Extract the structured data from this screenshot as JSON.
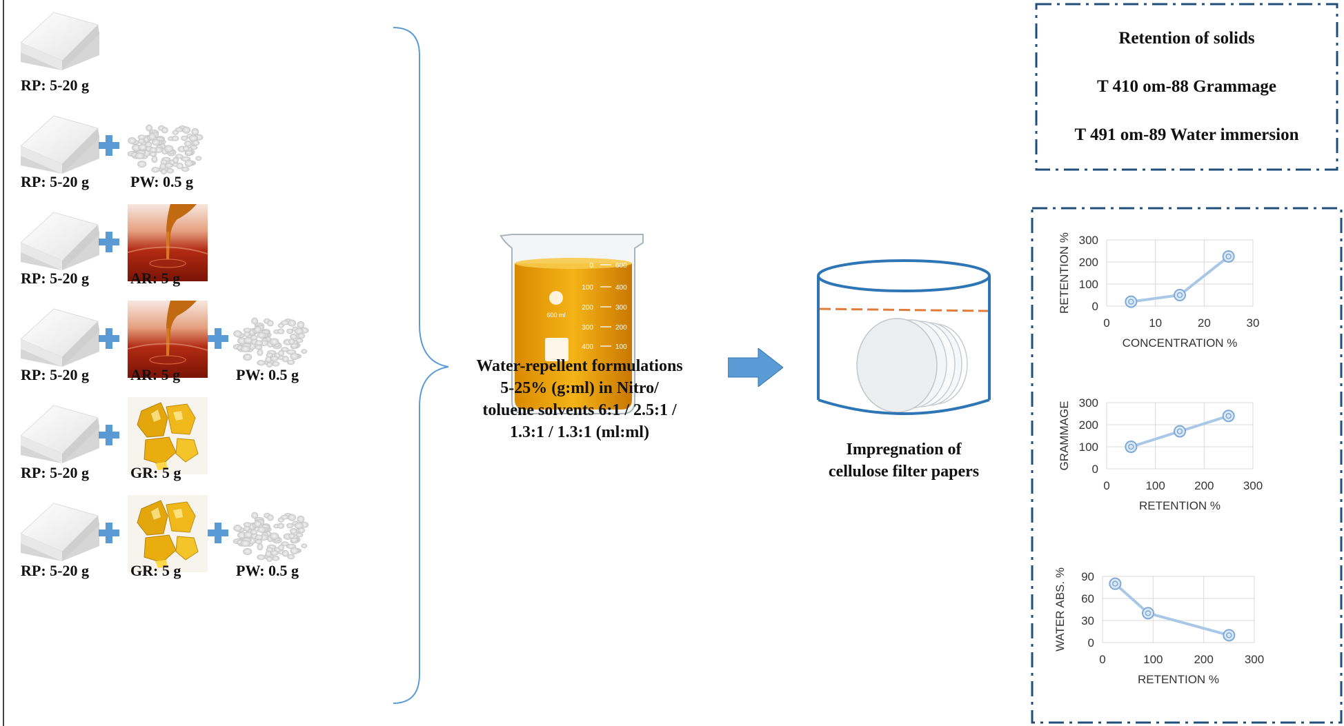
{
  "rows": [
    {
      "items": [
        "RP: 5-20 g"
      ]
    },
    {
      "items": [
        "RP: 5-20 g",
        "PW: 0.5 g"
      ]
    },
    {
      "items": [
        "RP: 5-20 g",
        "AR: 5 g"
      ]
    },
    {
      "items": [
        "RP: 5-20 g",
        "AR: 5 g",
        "PW: 0.5 g"
      ]
    },
    {
      "items": [
        "RP: 5-20 g",
        "GR: 5 g"
      ]
    },
    {
      "items": [
        "RP: 5-20 g",
        "GR: 5 g",
        "PW: 0.5 g"
      ]
    }
  ],
  "beaker": {
    "volume_label": "600 ml",
    "scale_left": [
      "0",
      "100",
      "200",
      "300",
      "400"
    ],
    "scale_right": [
      "600",
      "400",
      "300",
      "200",
      "100"
    ]
  },
  "formulation": {
    "line1": "Water-repellent formulations",
    "line2": "5-25% (g:ml)  in Nitro/",
    "line3": "toluene solvents 6:1 / 2.5:1 /",
    "line4": "1.3:1 / 1.3:1 (ml:ml)"
  },
  "impregnation": {
    "line1": "Impregnation of",
    "line2": "cellulose filter papers"
  },
  "tests": {
    "line1": "Retention of solids",
    "line2": "T 410 om-88 Grammage",
    "line3": "T 491 om-89 Water immersion"
  },
  "colors": {
    "frame": "#1f4e79",
    "arrow": "#5b9bd5",
    "plus": "#5b9bd5",
    "series": "#a9c8e8",
    "dashed": "#e07b39",
    "container": "#2e75b6"
  },
  "chart_data": [
    {
      "type": "line",
      "x": [
        5,
        15,
        25
      ],
      "y": [
        20,
        50,
        225
      ],
      "xlabel": "CONCENTRATION %",
      "ylabel": "RETENTION %",
      "xlim": [
        0,
        30
      ],
      "ylim": [
        0,
        300
      ],
      "xticks": [
        "0",
        "10",
        "20",
        "30"
      ],
      "yticks": [
        "0",
        "100",
        "200",
        "300"
      ],
      "grid": true
    },
    {
      "type": "line",
      "x": [
        50,
        150,
        250
      ],
      "y": [
        100,
        170,
        240
      ],
      "xlabel": "RETENTION %",
      "ylabel": "GRAMMAGE",
      "xlim": [
        0,
        300
      ],
      "ylim": [
        0,
        300
      ],
      "xticks": [
        "0",
        "100",
        "200",
        "300"
      ],
      "yticks": [
        "0",
        "100",
        "200",
        "300"
      ],
      "grid": true
    },
    {
      "type": "line",
      "x": [
        25,
        90,
        250
      ],
      "y": [
        80,
        40,
        10
      ],
      "xlabel": "RETENTION %",
      "ylabel": "WATER ABS. %",
      "xlim": [
        0,
        300
      ],
      "ylim": [
        0,
        90
      ],
      "xticks": [
        "0",
        "100",
        "200",
        "300"
      ],
      "yticks": [
        "0",
        "30",
        "60",
        "90"
      ],
      "grid": true
    }
  ]
}
